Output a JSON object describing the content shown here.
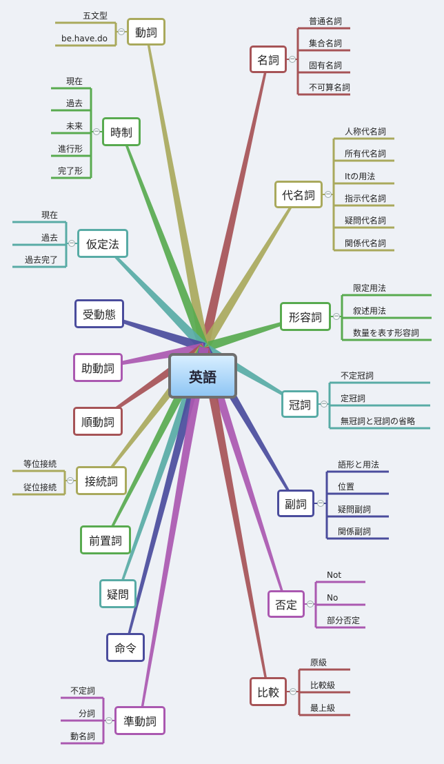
{
  "central_topic": "英語",
  "colors": {
    "red": "#a65356",
    "olive": "#a9a95c",
    "green": "#58aa4f",
    "teal": "#58aba5",
    "navy": "#4a4c9c",
    "purple": "#aa58b0",
    "background": "#eef1f6"
  },
  "collapse_symbol": "−",
  "topics": [
    {
      "label": "名詞",
      "color": "red",
      "children": [
        "普通名詞",
        "集合名詞",
        "固有名詞",
        "不可算名詞"
      ]
    },
    {
      "label": "代名詞",
      "color": "olive",
      "children": [
        "人称代名詞",
        "所有代名詞",
        "Itの用法",
        "指示代名詞",
        "疑問代名詞",
        "関係代名詞"
      ]
    },
    {
      "label": "形容詞",
      "color": "green",
      "children": [
        "限定用法",
        "叙述用法",
        "数量を表す形容詞"
      ]
    },
    {
      "label": "冠詞",
      "color": "teal",
      "children": [
        "不定冠詞",
        "定冠詞",
        "無冠詞と冠詞の省略"
      ]
    },
    {
      "label": "副詞",
      "color": "navy",
      "children": [
        "語形と用法",
        "位置",
        "疑問副詞",
        "関係副詞"
      ]
    },
    {
      "label": "否定",
      "color": "purple",
      "children": [
        "Not",
        "No",
        "部分否定"
      ]
    },
    {
      "label": "比較",
      "color": "red",
      "children": [
        "原級",
        "比較級",
        "最上級"
      ]
    },
    {
      "label": "動詞",
      "color": "olive",
      "children": [
        "五文型",
        "be.have.do"
      ]
    },
    {
      "label": "時制",
      "color": "green",
      "children": [
        "現在",
        "過去",
        "未来",
        "進行形",
        "完了形"
      ]
    },
    {
      "label": "仮定法",
      "color": "teal",
      "children": [
        "現在",
        "過去",
        "過去完了"
      ]
    },
    {
      "label": "受動態",
      "color": "navy",
      "children": []
    },
    {
      "label": "助動詞",
      "color": "purple",
      "children": []
    },
    {
      "label": "順動詞",
      "color": "red",
      "children": []
    },
    {
      "label": "接続詞",
      "color": "olive",
      "children": [
        "等位接続",
        "従位接続"
      ]
    },
    {
      "label": "前置詞",
      "color": "green",
      "children": []
    },
    {
      "label": "疑問",
      "color": "teal",
      "children": []
    },
    {
      "label": "命令",
      "color": "navy",
      "children": []
    },
    {
      "label": "準動詞",
      "color": "purple",
      "children": [
        "不定詞",
        "分詞",
        "動名詞"
      ]
    }
  ]
}
